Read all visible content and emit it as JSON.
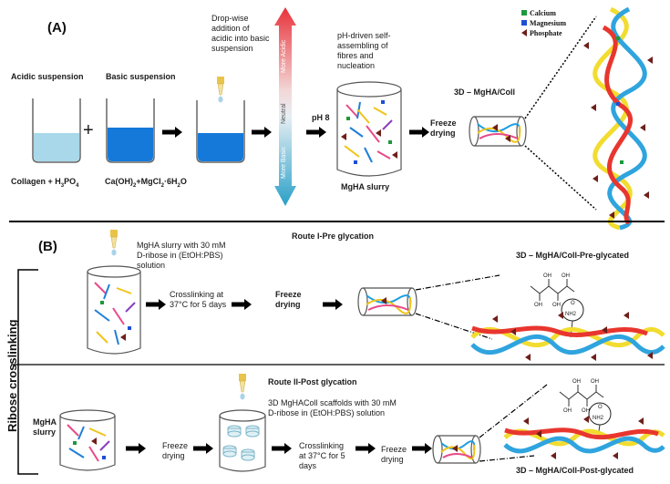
{
  "panelA": {
    "label": "(A)",
    "acidic_title": "Acidic suspension",
    "basic_title": "Basic suspension",
    "plus": "+",
    "dropwise": [
      "Drop-wise",
      "addition of",
      "acidic into basic",
      "suspension"
    ],
    "collagen_formula": "Collagen + H3PO4",
    "basic_formula": "Ca(OH)2+MgCl2·6H2O",
    "ph_scale": {
      "acidic": "More Acidic",
      "neutral": "Neutral",
      "basic": "More Basic"
    },
    "ph8": "pH 8",
    "self_assembly": [
      "pH-driven self-",
      "assembling of",
      "fibres and",
      "nucleation"
    ],
    "slurry": "MgHA slurry",
    "freeze_drying": [
      "Freeze",
      "drying"
    ],
    "scaffold": "3D – MgHA/Coll",
    "legend": [
      {
        "label": "Calcium",
        "color": "#1a9a3c"
      },
      {
        "label": "Magnesium",
        "color": "#1f4fd6"
      },
      {
        "label": "Phosphate",
        "color": "#7a2a1a"
      }
    ]
  },
  "panelB": {
    "label": "(B)",
    "side_label": "Ribose crosslinking",
    "route1": {
      "title": "Route I-Pre glycation",
      "slurry_desc": [
        "MgHA slurry with 30 mM",
        "D-ribose in (EtOH:PBS)",
        "solution"
      ],
      "crosslinking": [
        "Crosslinking at",
        "37°C for 5 days"
      ],
      "freeze_drying": [
        "Freeze",
        "drying"
      ],
      "result": "3D – MgHA/Coll-Pre-glycated"
    },
    "route2": {
      "title": "Route II-Post glycation",
      "slurry": [
        "MgHA",
        "slurry"
      ],
      "freeze_drying": [
        "Freeze",
        "drying"
      ],
      "scaffold_desc": [
        "3D MgHAColl  scaffolds  with 30 mM",
        "D-ribose in (EtOH:PBS) solution"
      ],
      "crosslinking": [
        "Crosslinking",
        "at 37°C for 5",
        "days"
      ],
      "freeze_drying2": [
        "Freeze",
        "drying"
      ],
      "result": "3D – MgHA/Coll-Post-glycated"
    },
    "ribose": {
      "oh": "OH",
      "o": "O",
      "nh2": "NH2"
    }
  }
}
